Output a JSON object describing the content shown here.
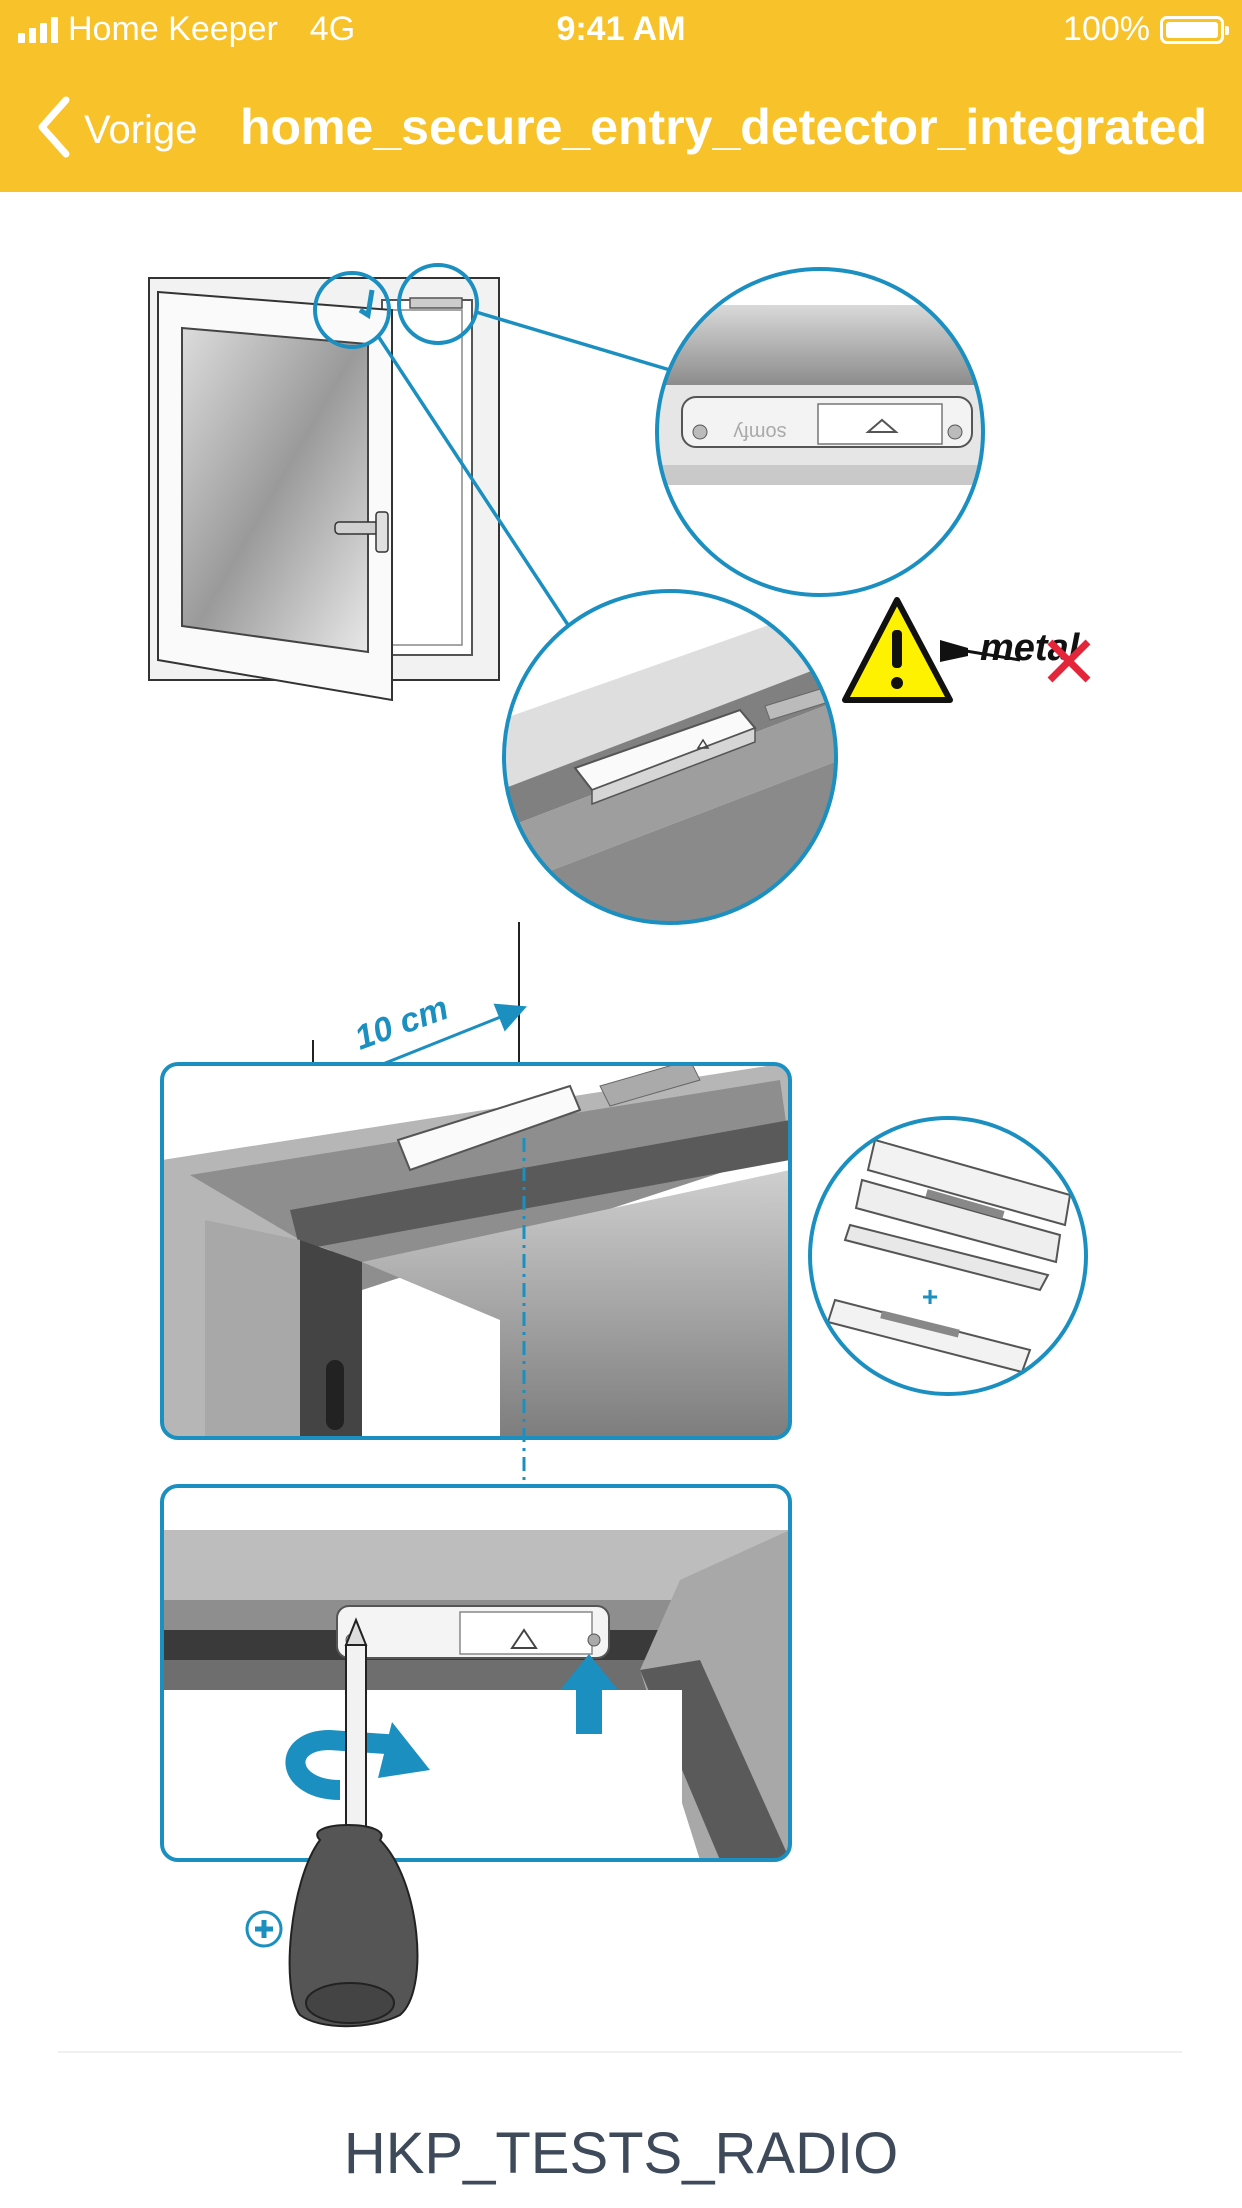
{
  "status_bar": {
    "carrier": "Home Keeper",
    "network": "4G",
    "time": "9:41 AM",
    "battery": "100%"
  },
  "nav": {
    "back_label": "Vorige",
    "title": "home_secure_entry_detector_integrated"
  },
  "illustration": {
    "metal_label": "metal",
    "distance_label": "10 cm",
    "plus_label": "+",
    "brand_label": "somfy"
  },
  "footer": {
    "label": "HKP_TESTS_RADIO"
  },
  "colors": {
    "header": "#f8c22b",
    "accent_blue": "#1a8fc0",
    "warning_yellow": "#fff200",
    "cross_red": "#e3263a",
    "footer_text": "#3e4a5a"
  }
}
